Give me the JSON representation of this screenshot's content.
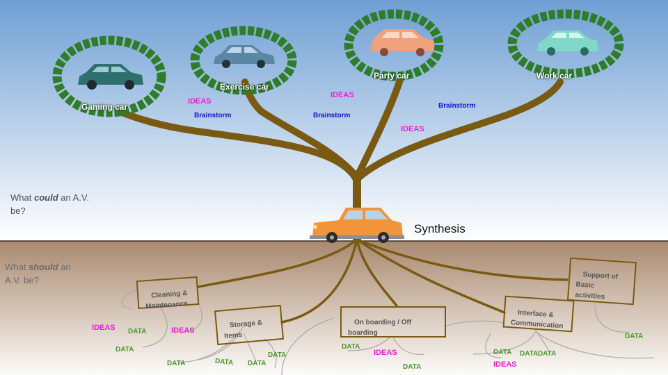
{
  "sky": {
    "cars": [
      {
        "name": "Gaming car",
        "color": "#2f6f6e"
      },
      {
        "name": "Exercise car",
        "color": "#5b86a6"
      },
      {
        "name": "Party car",
        "color": "#f0a07a"
      },
      {
        "name": "Work car",
        "color": "#7fd8c8"
      }
    ],
    "labels": {
      "ideas_1": "IDEAS",
      "brainstorm_1": "Brainstorm",
      "ideas_2": "IDEAS",
      "brainstorm_2": "Brainstorm",
      "brainstorm_3": "Brainstorm",
      "ideas_3": "IDEAS"
    },
    "question": {
      "pre": "What ",
      "emph": "could",
      "post": " an A.V.",
      "line2": "be?"
    }
  },
  "synthesis": {
    "label": "Synthesis",
    "car_color": "#f2953a"
  },
  "ground": {
    "question": {
      "pre": "What ",
      "emph": "should",
      "post": " an",
      "line2": "A.V. be?"
    },
    "boxes": {
      "cleaning": {
        "line1": "Cleaning &",
        "line2": "Maintenance"
      },
      "storage": {
        "line1": "Storage &",
        "line2": "Items"
      },
      "onboarding": {
        "line1": "On boarding / Off",
        "line2": "boarding"
      },
      "interface": {
        "line1": "Interface &",
        "line2": "Communication"
      },
      "support": {
        "line1": "Support of",
        "line2": "Basic",
        "line3": "activities"
      }
    },
    "labels": {
      "ideas_a": "IDEAS",
      "ideas_b": "IDEAS",
      "ideas_c": "IDEAS",
      "ideas_d": "IDEAS",
      "data_1": "DATA",
      "data_2": "DATA",
      "data_3": "DATA",
      "data_4": "DATA",
      "data_5": "DATA",
      "data_6": "DATA",
      "data_7": "DATA",
      "data_8": "DATA",
      "data_9": "DATA",
      "data_10": "DATA",
      "data_11": "DATA",
      "data_12": "DATA"
    }
  },
  "colors": {
    "sky_top": "#6f9fd4",
    "sky_bottom": "#ffffff",
    "soil_top": "#a9896f",
    "soil_bottom": "#ffffff",
    "branch": "#7a5a12",
    "leaf": "#2f7d2a"
  }
}
